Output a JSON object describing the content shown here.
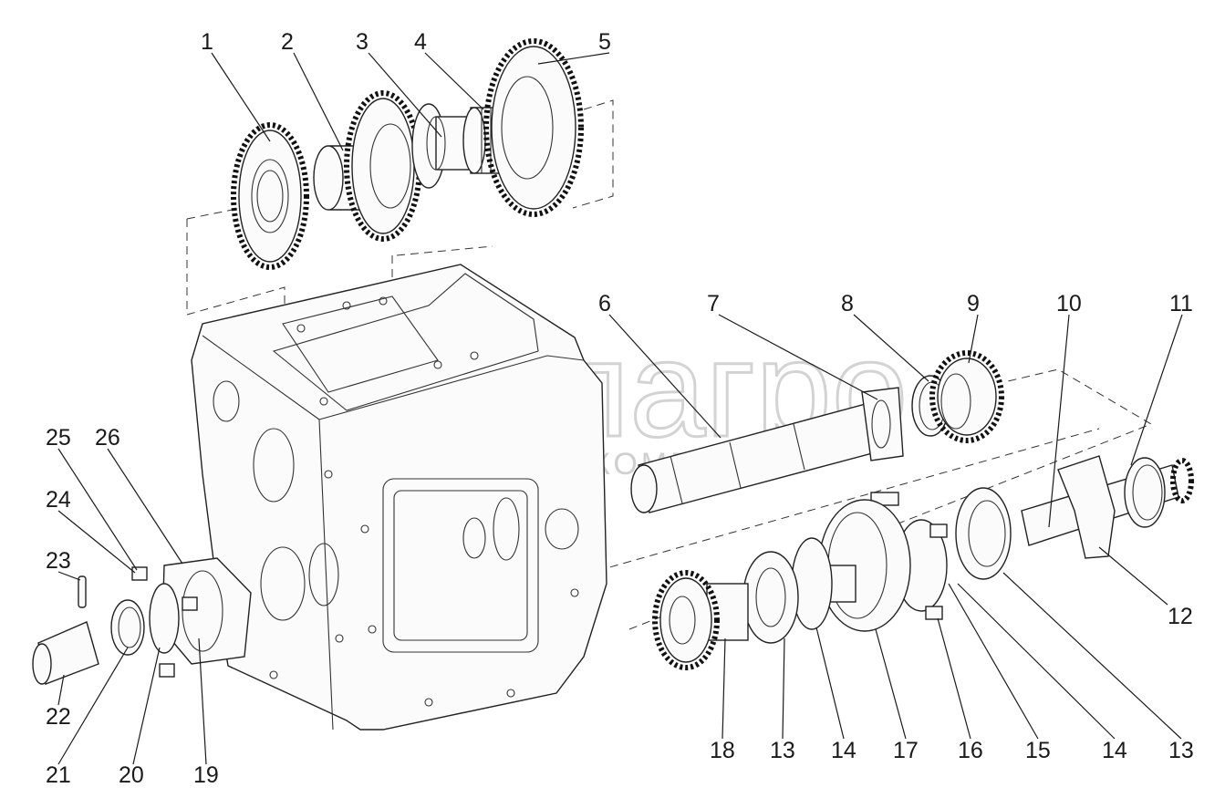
{
  "watermark": {
    "logo_text": "белагро",
    "caption": "ГРУППА КОМПАНИЙ"
  },
  "callouts": [
    {
      "label": "1"
    },
    {
      "label": "2"
    },
    {
      "label": "3"
    },
    {
      "label": "4"
    },
    {
      "label": "5"
    },
    {
      "label": "6"
    },
    {
      "label": "7"
    },
    {
      "label": "8"
    },
    {
      "label": "9"
    },
    {
      "label": "10"
    },
    {
      "label": "11"
    },
    {
      "label": "12"
    },
    {
      "label": "25"
    },
    {
      "label": "26"
    },
    {
      "label": "24"
    },
    {
      "label": "23"
    },
    {
      "label": "22"
    },
    {
      "label": "21"
    },
    {
      "label": "20"
    },
    {
      "label": "19"
    },
    {
      "label": "18"
    },
    {
      "label": "13"
    },
    {
      "label": "14"
    },
    {
      "label": "17"
    },
    {
      "label": "16"
    },
    {
      "label": "15"
    },
    {
      "label": "14"
    },
    {
      "label": "13"
    }
  ]
}
